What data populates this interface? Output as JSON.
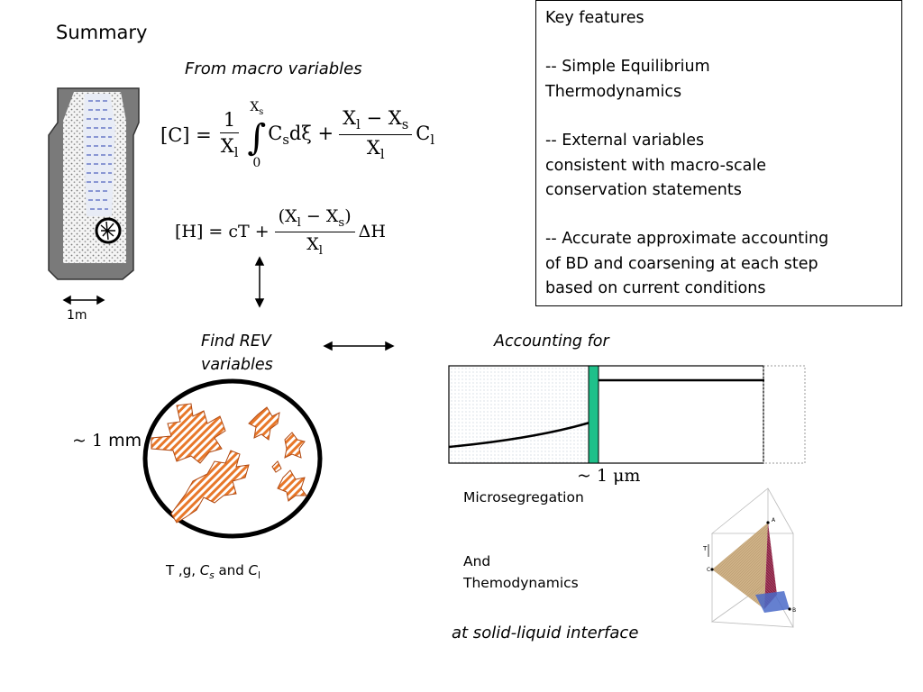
{
  "title": "Summary",
  "key_box": {
    "lines": [
      "Key features",
      "",
      "-- Simple Equilibrium",
      "Thermodynamics",
      "",
      "-- External variables",
      "consistent with macro-scale",
      "conservation statements",
      "",
      "-- Accurate approximate accounting",
      "of BD and coarsening at each step",
      "based on current conditions"
    ]
  },
  "labels": {
    "from_macro": "From macro variables",
    "find_rev_1": "Find REV",
    "find_rev_2": "variables",
    "accounting_for": "Accounting for",
    "scale_1m": "1m",
    "scale_mm_tilde": "~ 1 ",
    "scale_mm_unit": "mm",
    "scale_um": "~ 1 μm",
    "microsegregation": "Microsegregation",
    "and": "And",
    "thermodynamics": "Themodynamics",
    "interface": "at  solid-liquid interface",
    "rev_vars_a": "T ,g,  ",
    "rev_vars_cs": "C",
    "rev_vars_cs_sub": "s",
    "rev_vars_and": " and ",
    "rev_vars_cl": "C",
    "rev_vars_cl_sub": "l"
  },
  "equations": {
    "c_lhs": "[C] =",
    "c_frac1_num": "1",
    "c_frac1_den": "X",
    "c_frac1_den_sub": "l",
    "c_int_upper": "X",
    "c_int_upper_sub": "s",
    "c_int_lower": "0",
    "c_integrand": "C",
    "c_integrand_sub": "s",
    "c_dxi": "dξ +",
    "c_frac2_num_a": "X",
    "c_frac2_num_a_sub": "l",
    "c_frac2_num_minus": " − X",
    "c_frac2_num_b_sub": "s",
    "c_frac2_den": "X",
    "c_frac2_den_sub": "l",
    "c_tail": "C",
    "c_tail_sub": "l",
    "h_lhs": "[H] = cT +",
    "h_num_open": "(X",
    "h_num_sub1": "l",
    "h_num_mid": " − X",
    "h_num_sub2": "s",
    "h_num_close": ")",
    "h_den": "X",
    "h_den_sub": "l",
    "h_tail": "ΔH"
  },
  "phase_diagram_labels": {
    "t_axis": "T",
    "a": "A",
    "b": "B",
    "c": "C"
  },
  "colors": {
    "dendrite_orange": "#e8782a",
    "interface_green": "#1fc08a",
    "ingot_gray": "#7a7a7a",
    "liquid_blue": "#2a3fb0",
    "phase_maroon": "#8a2848",
    "phase_tan": "#c8a878",
    "phase_blue": "#4a6ac8"
  }
}
